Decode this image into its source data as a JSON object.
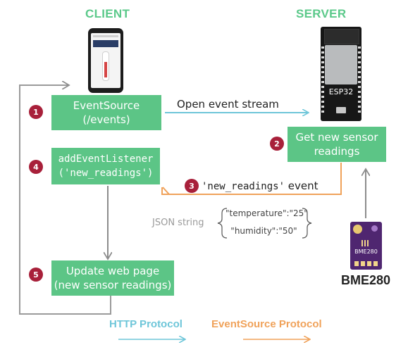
{
  "headers": {
    "client": "CLIENT",
    "server": "SERVER"
  },
  "steps": [
    {
      "number": "1",
      "line1": "EventSource",
      "line2": "(/events)"
    },
    {
      "number": "2",
      "line1": "Get new sensor",
      "line2": "readings"
    },
    {
      "number": "3",
      "code": "'new_readings'",
      "text": " event"
    },
    {
      "number": "4",
      "line1": "addEventListener",
      "line2": "('new_readings')"
    },
    {
      "number": "5",
      "line1": "Update web page",
      "line2": "(new sensor readings)"
    }
  ],
  "open_stream_label": "Open event stream",
  "json": {
    "label": "JSON string",
    "line1": "\"temperature\":\"25\"",
    "line2": "\"humidity\":\"50\""
  },
  "esp32_label": "ESP32",
  "sensor": {
    "chip_label": "BME280",
    "caption": "BME280"
  },
  "legend": {
    "http": "HTTP Protocol",
    "eventsource": "EventSource Protocol"
  },
  "colors": {
    "http": "#6ec6d9",
    "eventsource": "#f0a25a",
    "box": "#5cc586",
    "badge": "#a8203a",
    "header": "#5bc98a"
  }
}
